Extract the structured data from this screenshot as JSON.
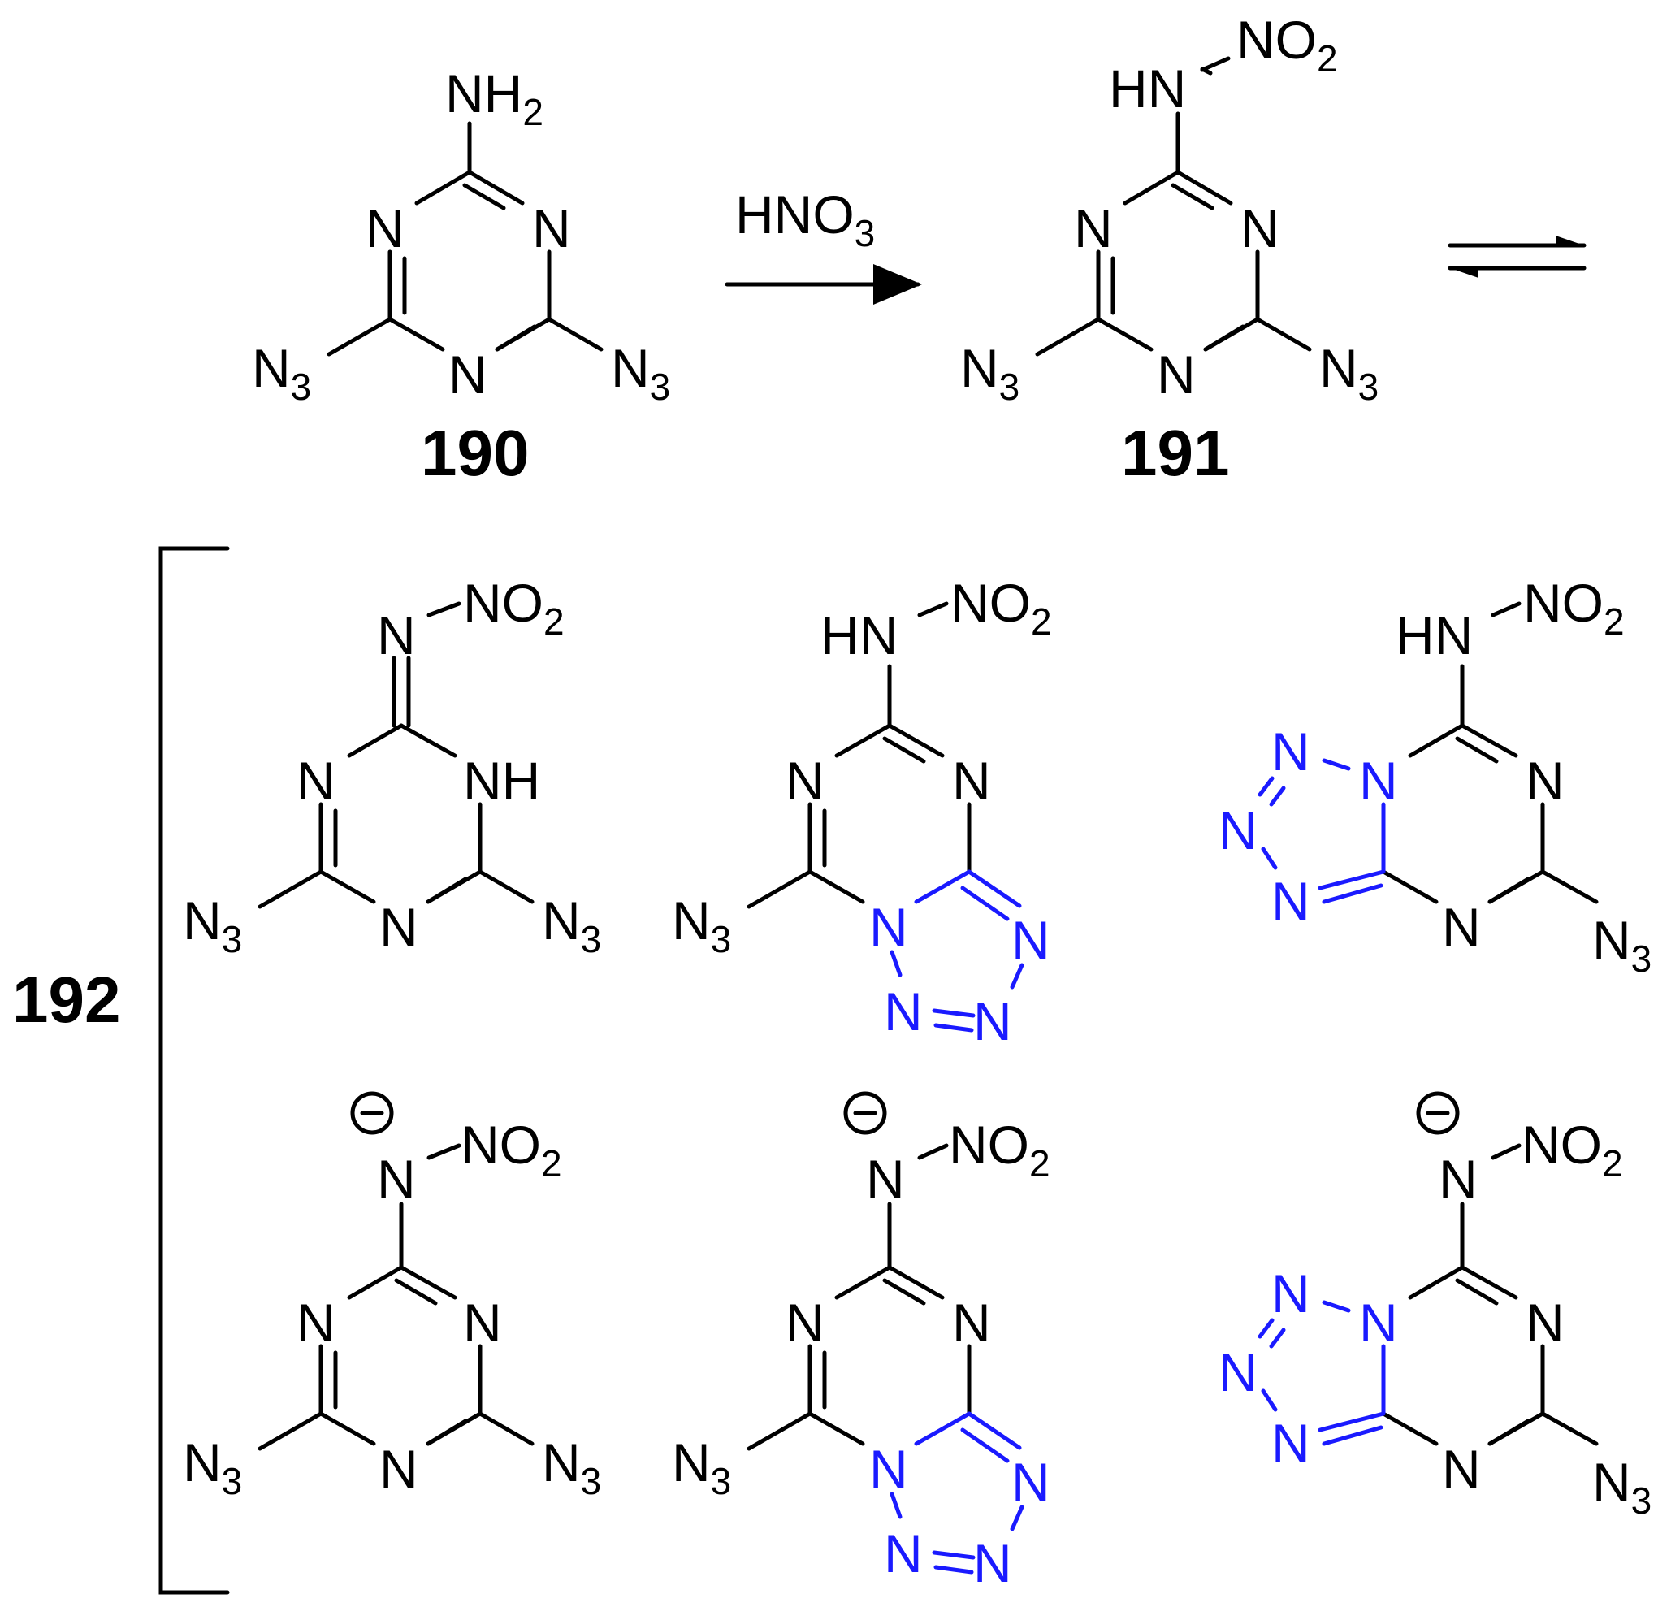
{
  "reagent": "HNO3",
  "compounds": {
    "c190": "190",
    "c191": "191",
    "c192": "192"
  },
  "atoms": {
    "N": "N",
    "NH": "NH",
    "HN": "HN",
    "NH2": "NH2",
    "N3": "N3",
    "NO2": "NO2",
    "minus": "−"
  },
  "colors": {
    "bonds": "#000000",
    "tetrazole": "#1a1aff"
  }
}
